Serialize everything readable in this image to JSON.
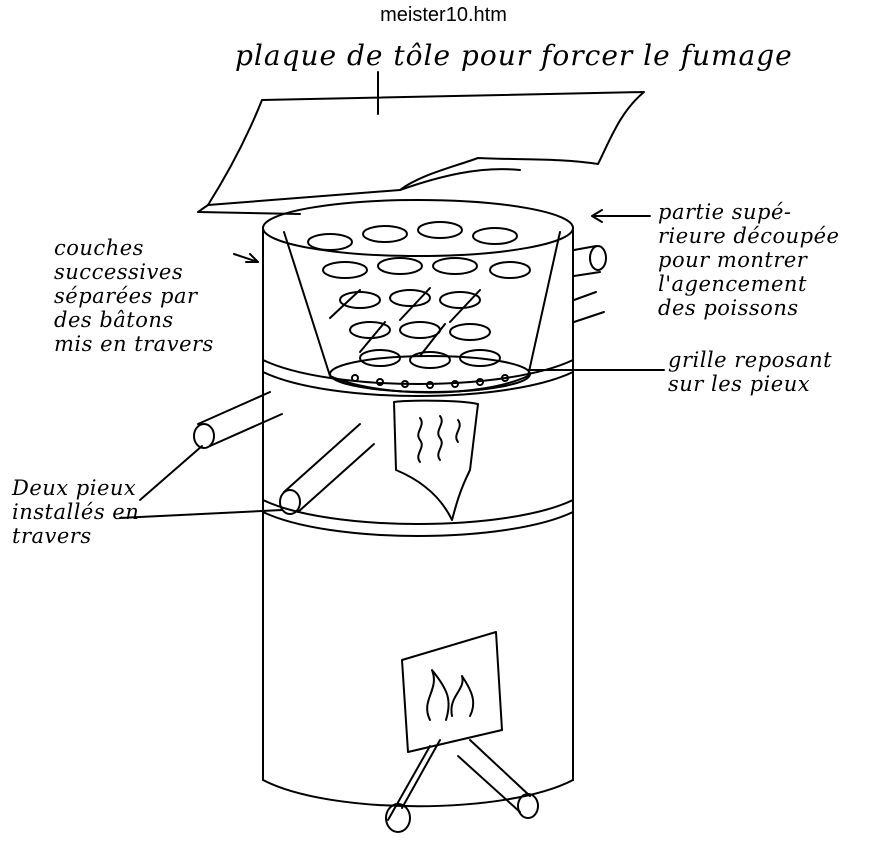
{
  "header": {
    "filename": "meister10.htm"
  },
  "labels": {
    "title": "plaque de tôle pour forcer le fumage",
    "top_right": [
      "partie supé-",
      "rieure découpée",
      "pour montrer",
      "l'agencement",
      "des poissons"
    ],
    "left": [
      "couches",
      "successives",
      "séparées par",
      "des bâtons",
      "mis en travers"
    ],
    "grille": [
      "grille reposant",
      "sur les pieux"
    ],
    "pieux": [
      "Deux pieux",
      "installés en",
      "travers"
    ]
  },
  "colors": {
    "ink": "#000000",
    "paper": "#ffffff"
  }
}
